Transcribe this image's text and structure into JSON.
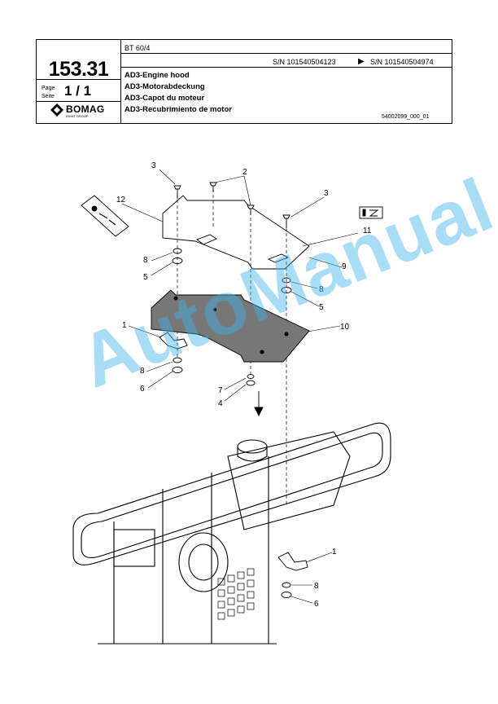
{
  "header": {
    "model": "BT 60/4",
    "page_number": "153.31",
    "page_label_en": "Page",
    "page_label_de": "Seite",
    "page_value": "1 / 1",
    "sn_from": "S/N 101540504123",
    "sn_arrow": "▶",
    "sn_to": "S/N 101540504974",
    "titles": [
      "AD3-Engine hood",
      "AD3-Motorabdeckung",
      "AD3-Capot du moteur",
      "AD3-Recubrimiento de motor"
    ],
    "doc_id": "54002099_000_01",
    "logo": {
      "name": "BOMAG",
      "sub": "FAYAT GROUP"
    }
  },
  "callouts": {
    "c1": "1",
    "c2": "2",
    "c3": "3",
    "c4": "4",
    "c5": "5",
    "c6": "6",
    "c7": "7",
    "c8": "8",
    "c9": "9",
    "c10": "10",
    "c11": "11",
    "c12": "12"
  },
  "watermark": "AutoManual",
  "colors": {
    "gasket": "#777777",
    "watermark": "#40b2e8"
  }
}
